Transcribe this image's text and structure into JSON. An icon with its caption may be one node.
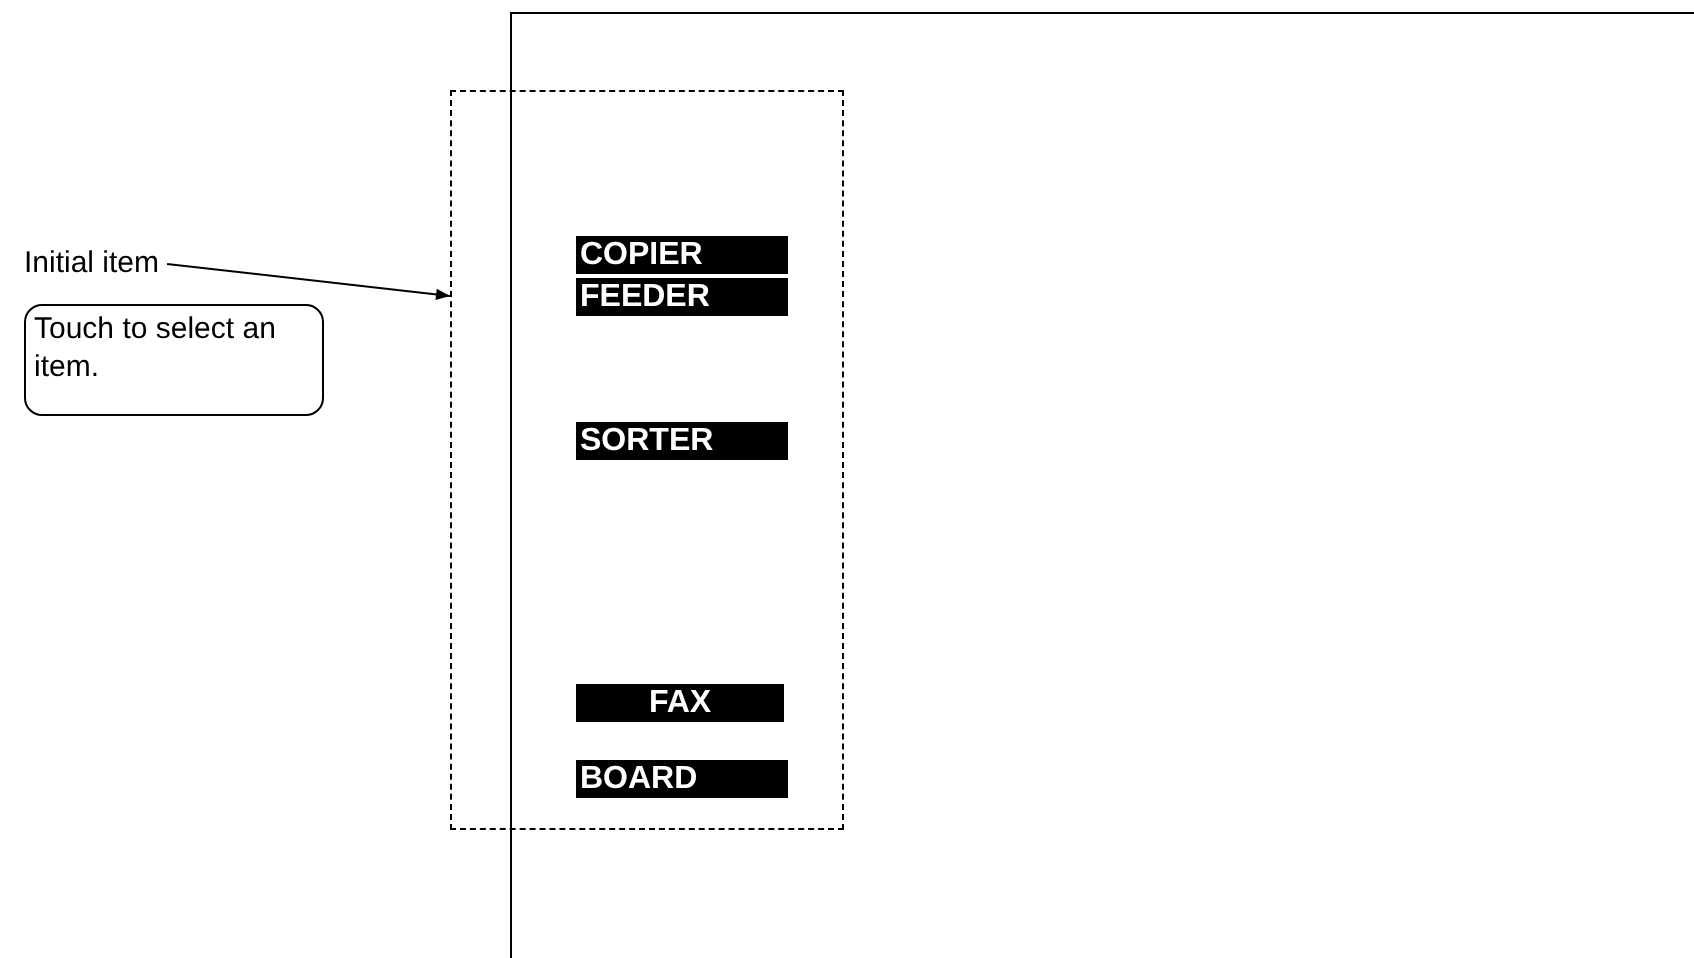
{
  "diagram": {
    "nodes": [
      {
        "text": [
          "Initial item"
        ]
      },
      {
        "text": [],
        "shape": "box"
      },
      {
        "text": [
          "COPIER"
        ],
        "in": 1
      },
      {
        "text": [
          "FEEDER"
        ],
        "in": 1
      },
      {
        "text": [
          "SORTER"
        ],
        "in": 1
      },
      {
        "text": [
          "FAX"
        ],
        "in": 1
      },
      {
        "text": [
          "BOARD"
        ],
        "in": 1
      },
      {
        "text": [
          "Touch to select an item."
        ]
      }
    ],
    "edges": [
      {
        "from": 0,
        "to": 1,
        "arrow": "to"
      }
    ]
  }
}
